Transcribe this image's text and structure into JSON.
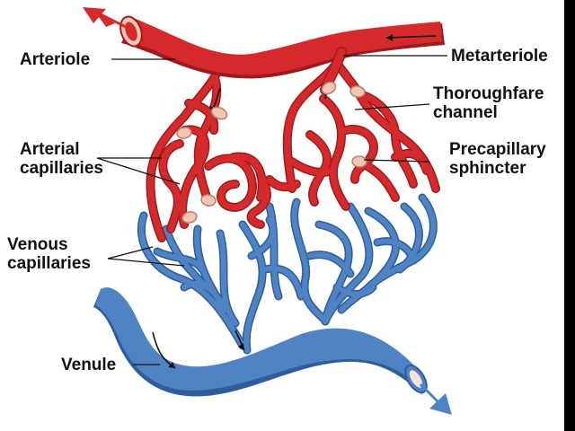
{
  "diagram": {
    "colors": {
      "arterial": "#d42a2c",
      "arterial_shadow": "#9e1a1d",
      "venous": "#4f83c4",
      "venous_shadow": "#2e5d99",
      "sphincter": "#f2c6b4",
      "lumen": "#f7e3dc",
      "leader": "#111111",
      "background": "#ffffff",
      "frame": "#000000"
    },
    "labels": {
      "arteriole": "Arteriole",
      "metarteriole": "Metarteriole",
      "thoroughfare": [
        "Thoroughfare",
        "channel"
      ],
      "arterial_caps": [
        "Arterial",
        "capillaries"
      ],
      "precapillary": [
        "Precapillary",
        "sphincter"
      ],
      "venous_caps": [
        "Venous",
        "capillaries"
      ],
      "venule": "Venule"
    }
  }
}
